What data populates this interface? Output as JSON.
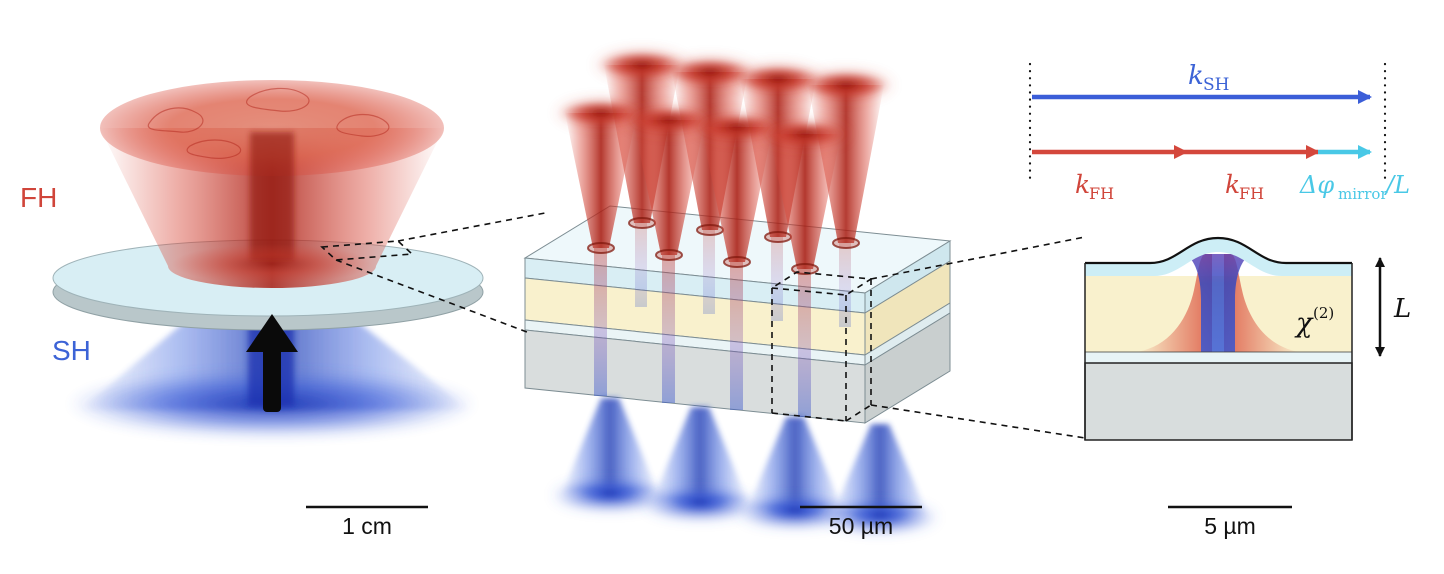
{
  "left_panel": {
    "fh_label": "FH",
    "sh_label": "SH",
    "scale_label": "1 cm"
  },
  "middle_panel": {
    "scale_label": "50 µm"
  },
  "vector_diagram": {
    "k_sh_main": "k",
    "k_sh_sub": "SH",
    "k_fh1_main": "k",
    "k_fh1_sub": "FH",
    "k_fh2_main": "k",
    "k_fh2_sub": "FH",
    "dphi_main": "Δφ",
    "dphi_sub": "mirror",
    "dphi_suffix": "/L"
  },
  "cross_section": {
    "chi_main": "χ",
    "chi_sup": "(2)",
    "thickness_label": "L",
    "scale_label": "5 µm"
  },
  "colors": {
    "fh_red": "#d0453a",
    "sh_blue": "#3c63d6",
    "cyan_accent": "#49c8e6",
    "band_cyan": "#cdeef6",
    "layer_yellow": "#f9f1cd",
    "substrate_gray": "#d8dddd",
    "black": "#111111"
  }
}
